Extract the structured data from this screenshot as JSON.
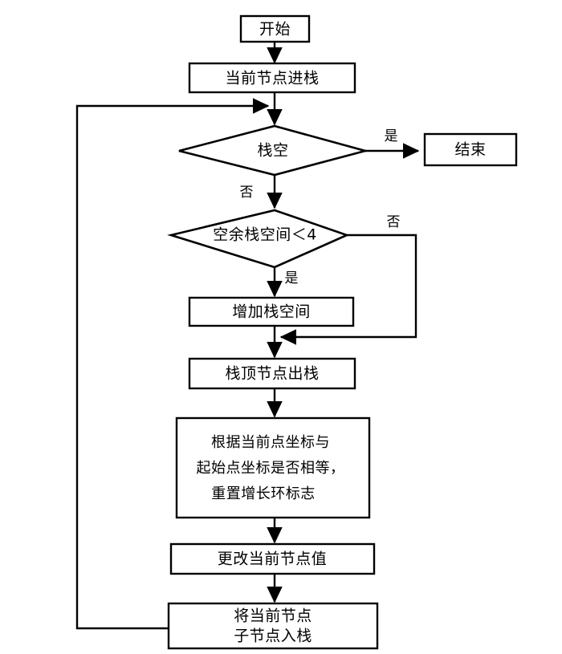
{
  "diagram": {
    "type": "flowchart",
    "orientation": "top-to-bottom",
    "background_color": "#ffffff",
    "line_color": "#000000",
    "text_color": "#000000",
    "nodes": [
      {
        "id": "start",
        "shape": "rectangle",
        "lines": [
          "开始"
        ]
      },
      {
        "id": "push_current",
        "shape": "rectangle",
        "lines": [
          "当前节点进栈"
        ]
      },
      {
        "id": "stack_empty",
        "shape": "diamond",
        "lines": [
          "栈空"
        ]
      },
      {
        "id": "end",
        "shape": "rectangle",
        "lines": [
          "结束"
        ]
      },
      {
        "id": "free_space",
        "shape": "diamond",
        "lines": [
          "空余栈空间＜4"
        ]
      },
      {
        "id": "grow_stack",
        "shape": "rectangle",
        "lines": [
          "增加栈空间"
        ]
      },
      {
        "id": "pop_top",
        "shape": "rectangle",
        "lines": [
          "栈顶节点出栈"
        ]
      },
      {
        "id": "compare_coord",
        "shape": "rectangle",
        "lines": [
          "根据当前点坐标与",
          "起始点坐标是否相等，",
          "重置增长环标志"
        ]
      },
      {
        "id": "update_value",
        "shape": "rectangle",
        "lines": [
          "更改当前节点值"
        ]
      },
      {
        "id": "push_children",
        "shape": "rectangle",
        "lines": [
          "将当前节点",
          "子节点入栈"
        ]
      }
    ],
    "edge_labels": {
      "stack_empty_yes": "是",
      "stack_empty_no": "否",
      "free_space_yes": "是",
      "free_space_no": "否"
    },
    "edges": [
      {
        "from": "start",
        "to": "push_current",
        "label": ""
      },
      {
        "from": "push_current",
        "to": "stack_empty",
        "label": ""
      },
      {
        "from": "stack_empty",
        "to": "end",
        "label": "是"
      },
      {
        "from": "stack_empty",
        "to": "free_space",
        "label": "否"
      },
      {
        "from": "free_space",
        "to": "grow_stack",
        "label": "是"
      },
      {
        "from": "free_space",
        "to": "pop_top",
        "label": "否"
      },
      {
        "from": "grow_stack",
        "to": "pop_top",
        "label": ""
      },
      {
        "from": "pop_top",
        "to": "compare_coord",
        "label": ""
      },
      {
        "from": "compare_coord",
        "to": "update_value",
        "label": ""
      },
      {
        "from": "update_value",
        "to": "push_children",
        "label": ""
      },
      {
        "from": "push_children",
        "to": "stack_empty",
        "label": ""
      }
    ]
  }
}
